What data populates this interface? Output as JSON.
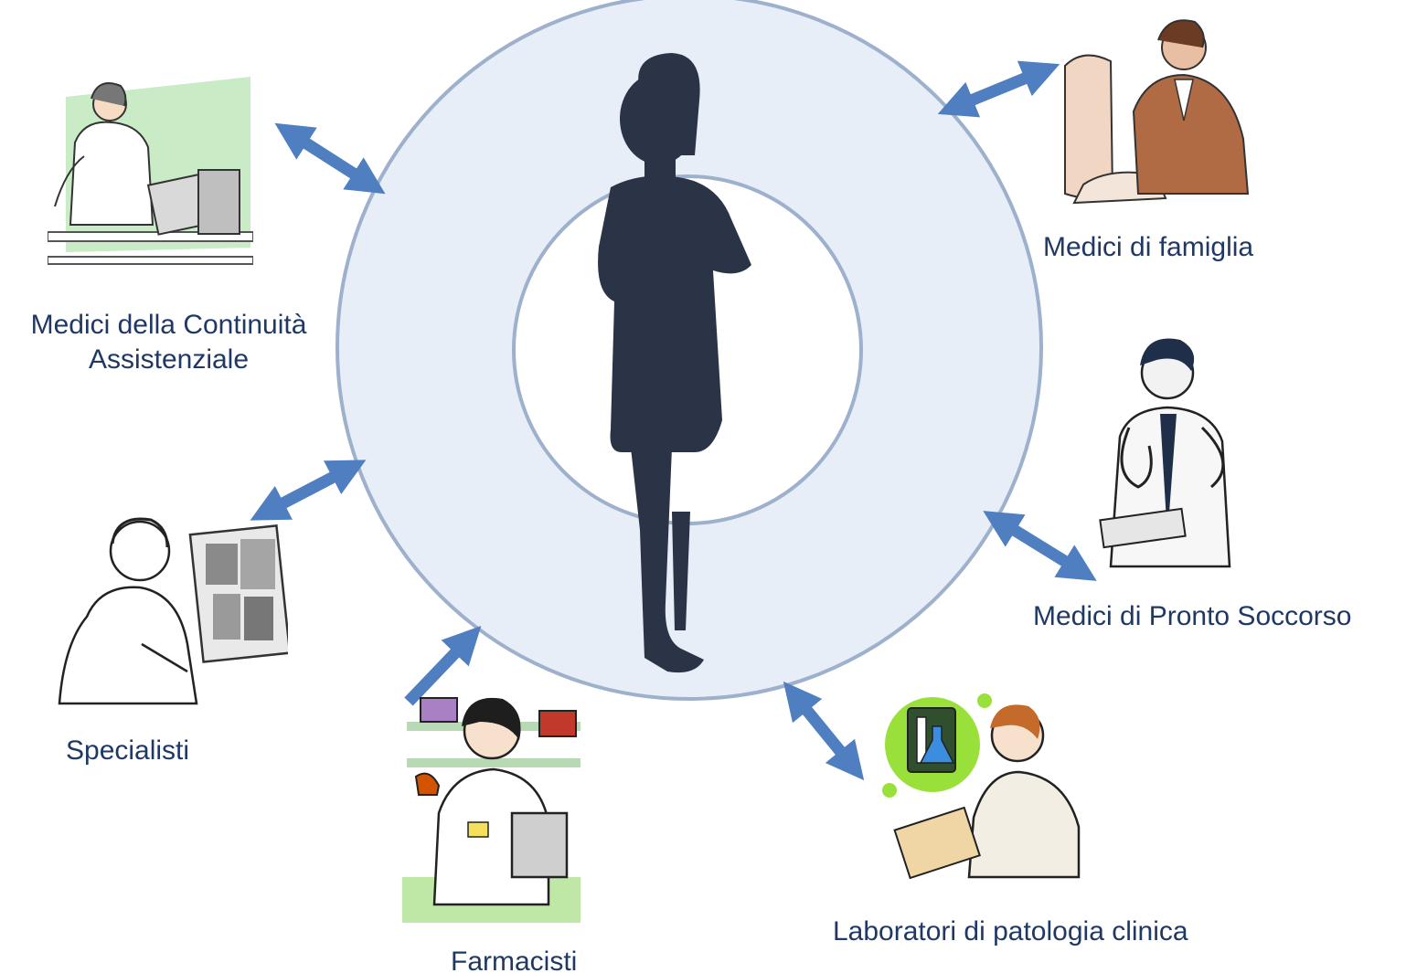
{
  "hub": {
    "outer_fill": "#e8eef7",
    "outer_stroke": "#9db0cc",
    "inner_fill": "#ffffff",
    "silhouette_color": "#2a3446",
    "icon": "person-silhouette-icon"
  },
  "arrow_color": "#4f7fc0",
  "label_color": "#1f3864",
  "nodes": {
    "continuita": {
      "line1": "Medici della Continuità",
      "line2": "Assistenziale",
      "icon": "doctor-at-computer-icon"
    },
    "famiglia": {
      "label": "Medici di famiglia",
      "icon": "doctor-at-desk-icon"
    },
    "pronto_soccorso": {
      "label": "Medici di Pronto Soccorso",
      "icon": "doctor-with-stethoscope-icon"
    },
    "specialisti": {
      "label": "Specialisti",
      "icon": "specialist-xray-icon"
    },
    "farmacisti": {
      "label": "Farmacisti",
      "icon": "pharmacist-icon"
    },
    "laboratori": {
      "label": "Laboratori di patologia clinica",
      "icon": "lab-technician-icon"
    }
  }
}
